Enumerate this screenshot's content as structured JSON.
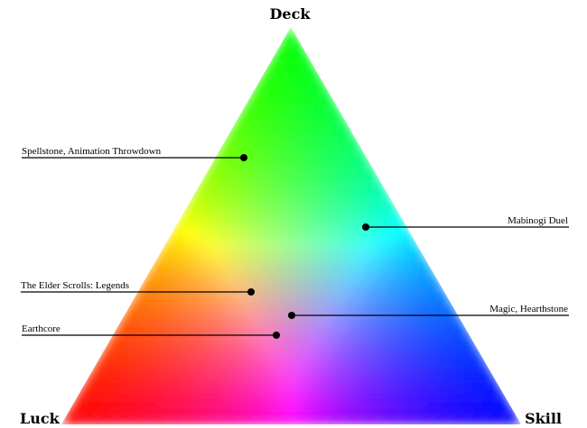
{
  "diagram": {
    "type": "ternary",
    "vertices": {
      "top": {
        "label": "Deck",
        "color": "#00ff00"
      },
      "left": {
        "label": "Luck",
        "color": "#ff0000"
      },
      "right": {
        "label": "Skill",
        "color": "#0000ff"
      }
    },
    "points": [
      {
        "label": "Spellstone, Animation Throwdown",
        "side": "left"
      },
      {
        "label": "Mabinogi Duel",
        "side": "right"
      },
      {
        "label": "The Elder Scrolls: Legends",
        "side": "left"
      },
      {
        "label": "Magic, Hearthstone",
        "side": "right"
      },
      {
        "label": "Earthcore",
        "side": "left"
      }
    ]
  }
}
